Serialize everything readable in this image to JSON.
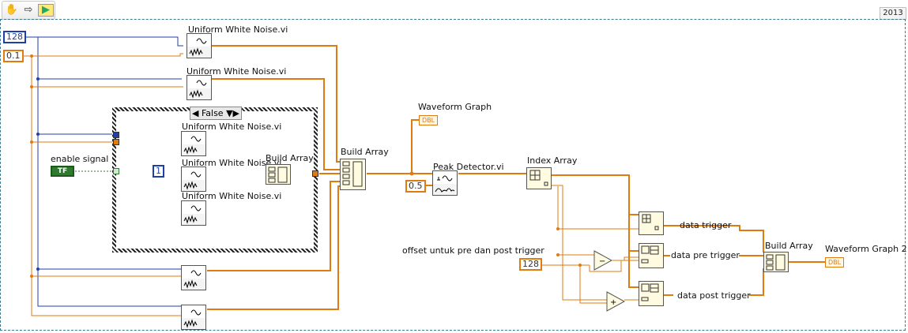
{
  "toolbar": {
    "icons": [
      "hand-tool-icon",
      "arrow-tool-icon",
      "run-arrow-icon"
    ]
  },
  "year_badge": "2013",
  "constants": {
    "c128_top": "128",
    "c01": "0.1",
    "c1": "1",
    "c05": "0.5",
    "c128_offset": "128"
  },
  "labels": {
    "uwn1": "Uniform White Noise.vi",
    "uwn2": "Uniform White Noise.vi",
    "uwn3": "Uniform White Noise.vi",
    "uwn4": "Uniform White Noise.vi",
    "uwn5": "Uniform White Noise.vi",
    "enable": "enable signal",
    "build_array_inner": "Build Array",
    "build_array_main": "Build Array",
    "waveform_graph": "Waveform Graph",
    "peak_detector": "Peak Detector.vi",
    "index_array": "Index Array",
    "data_trigger": "data trigger",
    "data_pre_trigger": "data pre trigger",
    "data_post_trigger": "data post trigger",
    "offset": "offset untuk pre dan post trigger",
    "build_array_final": "Build Array",
    "waveform_graph2": "Waveform Graph 2"
  },
  "case_structure": {
    "selector": "False"
  },
  "terminal": {
    "enable": "TF"
  },
  "indicators": {
    "wg1": "DBL",
    "wg2": "DBL"
  },
  "colors": {
    "integer_wire": "#1f3fa8",
    "double_wire": "#e07b12",
    "boolean_wire": "#2f7a2f",
    "frame": "#3a7a90"
  }
}
